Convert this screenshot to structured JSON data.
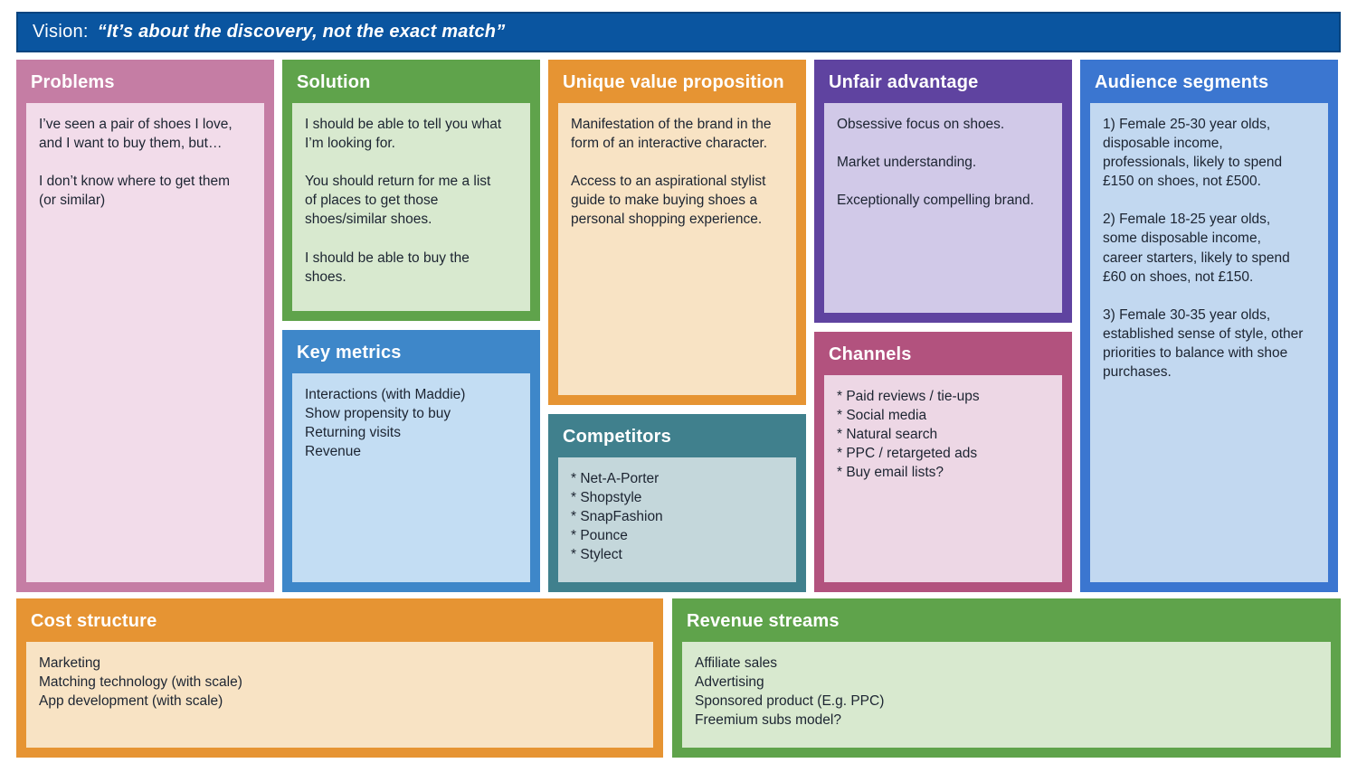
{
  "vision": {
    "label": "Vision:",
    "quote": "“It’s about the discovery, not the exact match”"
  },
  "colors": {
    "page_background": "#ffffff",
    "banner": "#0a55a0",
    "body_text": "#1c2431",
    "title_text": "#ffffff"
  },
  "panels": {
    "problems": {
      "title": "Problems",
      "body": "I’ve seen a pair of shoes I love,\nand I want to buy them, but…\n\nI don’t know where to get them\n(or similar)",
      "colors": {
        "header": "#c57da4",
        "body": "#f2dcea"
      }
    },
    "solution": {
      "title": "Solution",
      "body": "I should be able to tell you what\nI’m looking for.\n\nYou should return for me a list\nof places to get those\nshoes/similar shoes.\n\nI should be able to buy the\nshoes.",
      "colors": {
        "header": "#5fa34b",
        "body": "#d8e9cf"
      }
    },
    "key_metrics": {
      "title": "Key metrics",
      "body": "Interactions (with Maddie)\nShow propensity to buy\nReturning visits\nRevenue",
      "colors": {
        "header": "#3e87c9",
        "body": "#c3ddf3"
      }
    },
    "unique_value_proposition": {
      "title": "Unique value proposition",
      "body": "Manifestation of the brand in the\nform of an interactive character.\n\nAccess to an aspirational stylist\nguide to make buying shoes a\npersonal shopping experience.",
      "colors": {
        "header": "#e69433",
        "body": "#f8e3c4"
      }
    },
    "competitors": {
      "title": "Competitors",
      "body": "* Net-A-Porter\n* Shopstyle\n* SnapFashion\n* Pounce\n* Stylect",
      "colors": {
        "header": "#40808d",
        "body": "#c4d7db"
      }
    },
    "unfair_advantage": {
      "title": "Unfair advantage",
      "body": "Obsessive focus on shoes.\n\nMarket understanding.\n\nExceptionally compelling brand.",
      "colors": {
        "header": "#5f43a0",
        "body": "#d1c9e8"
      }
    },
    "channels": {
      "title": "Channels",
      "body": "* Paid reviews / tie-ups\n* Social media\n* Natural search\n* PPC / retargeted ads\n* Buy email lists?",
      "colors": {
        "header": "#b2527e",
        "body": "#edd7e5"
      }
    },
    "audience_segments": {
      "title": "Audience segments",
      "body": "1) Female 25-30 year olds,\ndisposable income,\nprofessionals, likely to spend\n£150 on shoes, not £500.\n\n2) Female 18-25 year olds,\nsome disposable income,\ncareer starters, likely to spend\n£60 on shoes, not £150.\n\n3) Female 30-35 year olds,\nestablished sense of style, other\npriorities to balance with shoe\npurchases.",
      "colors": {
        "header": "#3b76d0",
        "body": "#c2d8f0"
      }
    },
    "cost_structure": {
      "title": "Cost structure",
      "body": "Marketing\nMatching technology (with scale)\nApp development (with scale)",
      "colors": {
        "header": "#e69433",
        "body": "#f8e3c4"
      }
    },
    "revenue_streams": {
      "title": "Revenue streams",
      "body": "Affiliate sales\nAdvertising\nSponsored product (E.g. PPC)\nFreemium subs model?",
      "colors": {
        "header": "#5fa34b",
        "body": "#d8e9cf"
      }
    }
  }
}
